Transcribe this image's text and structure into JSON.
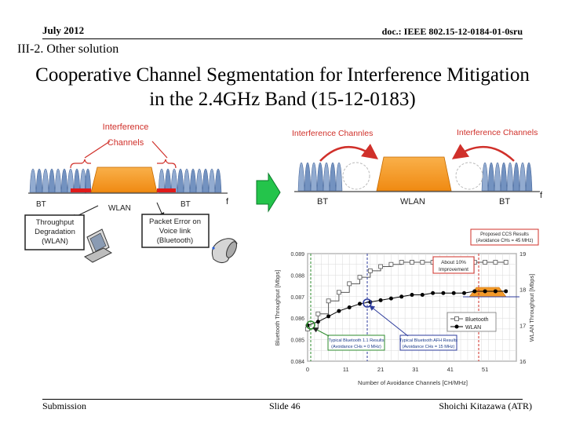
{
  "header": {
    "date": "July 2012",
    "doc_id": "doc.: IEEE 802.15-12-0184-01-0sru"
  },
  "section_label": "III-2. Other solution",
  "slide_title": "Cooperative Channel Segmentation for Interference Mitigation in the 2.4GHz Band (15-12-0183)",
  "left_figure": {
    "interference_label_1": "Interference",
    "interference_label_2": "Channels",
    "bt_label_left": "BT",
    "wlan_label": "WLAN",
    "bt_label_right": "BT",
    "axis_end": "f",
    "box_wlan_1": "Throughput",
    "box_wlan_2": "Degradation",
    "box_wlan_3": "(WLAN)",
    "box_bt_1": "Packet Error on",
    "box_bt_2": "Voice link",
    "box_bt_3": "(Bluetooth)"
  },
  "right_figure": {
    "interference_left": "Interference Channles",
    "interference_right": "Interference Channels",
    "bt_label_left": "BT",
    "wlan_label": "WLAN",
    "bt_label_right": "BT",
    "axis_end": "f"
  },
  "chart_data": {
    "type": "line",
    "xlabel": "Number of Avoidance Channels [CH/MHz]",
    "ylabel_left": "Bluetooth Throughput [Mbps]",
    "ylabel_right": "WLAN Throughput [Mbps]",
    "x_ticks": [
      "0",
      "11",
      "21",
      "31",
      "41",
      "51"
    ],
    "y_left_ticks": [
      "0.089",
      "0.088",
      "0.087",
      "0.086",
      "0.085",
      "0.084"
    ],
    "y_right_ticks": [
      "19",
      "18",
      "17",
      "16"
    ],
    "xlim": [
      0,
      60
    ],
    "ylim_left": [
      0.084,
      0.089
    ],
    "ylim_right": [
      16,
      19
    ],
    "series": [
      {
        "name": "Bluetooth",
        "color": "#555555",
        "x": [
          0,
          3,
          6,
          9,
          12,
          15,
          18,
          21,
          24,
          27,
          30,
          33,
          36,
          39,
          42,
          45,
          48,
          51,
          54,
          57
        ],
        "y": [
          0.0855,
          0.0862,
          0.0868,
          0.0872,
          0.0876,
          0.0879,
          0.0882,
          0.0884,
          0.0885,
          0.0886,
          0.0886,
          0.0886,
          0.0886,
          0.0886,
          0.0886,
          0.0886,
          0.0886,
          0.0886,
          0.0886,
          0.0886
        ]
      },
      {
        "name": "WLAN",
        "color": "#000000",
        "x": [
          0,
          3,
          6,
          9,
          12,
          15,
          18,
          21,
          24,
          27,
          30,
          33,
          36,
          39,
          42,
          45,
          48,
          51,
          54,
          57
        ],
        "y": [
          17.0,
          17.1,
          17.25,
          17.4,
          17.5,
          17.6,
          17.65,
          17.7,
          17.75,
          17.8,
          17.85,
          17.85,
          17.9,
          17.9,
          17.9,
          17.9,
          17.95,
          17.95,
          17.95,
          17.95
        ]
      }
    ],
    "legend": [
      "Bluetooth",
      "WLAN"
    ],
    "legend_placement": "bottom-right",
    "annotations": {
      "proposed_1": "Proposed CCS Results",
      "proposed_2": "(Avoidance CHs = 45 MHz)",
      "improvement_1": "About 10%",
      "improvement_2": "Improvement",
      "bt11_1": "Typical Bluetooth 1.1 Results",
      "bt11_2": "(Avoidance CHs = 0 MHz)",
      "afh_1": "Typical Bluetooth AFH Results",
      "afh_2": "(Avoidance CHs = 15 MHz)"
    }
  },
  "footer": {
    "left": "Submission",
    "middle": "Slide 46",
    "right": "Shoichi Kitazawa (ATR)"
  }
}
